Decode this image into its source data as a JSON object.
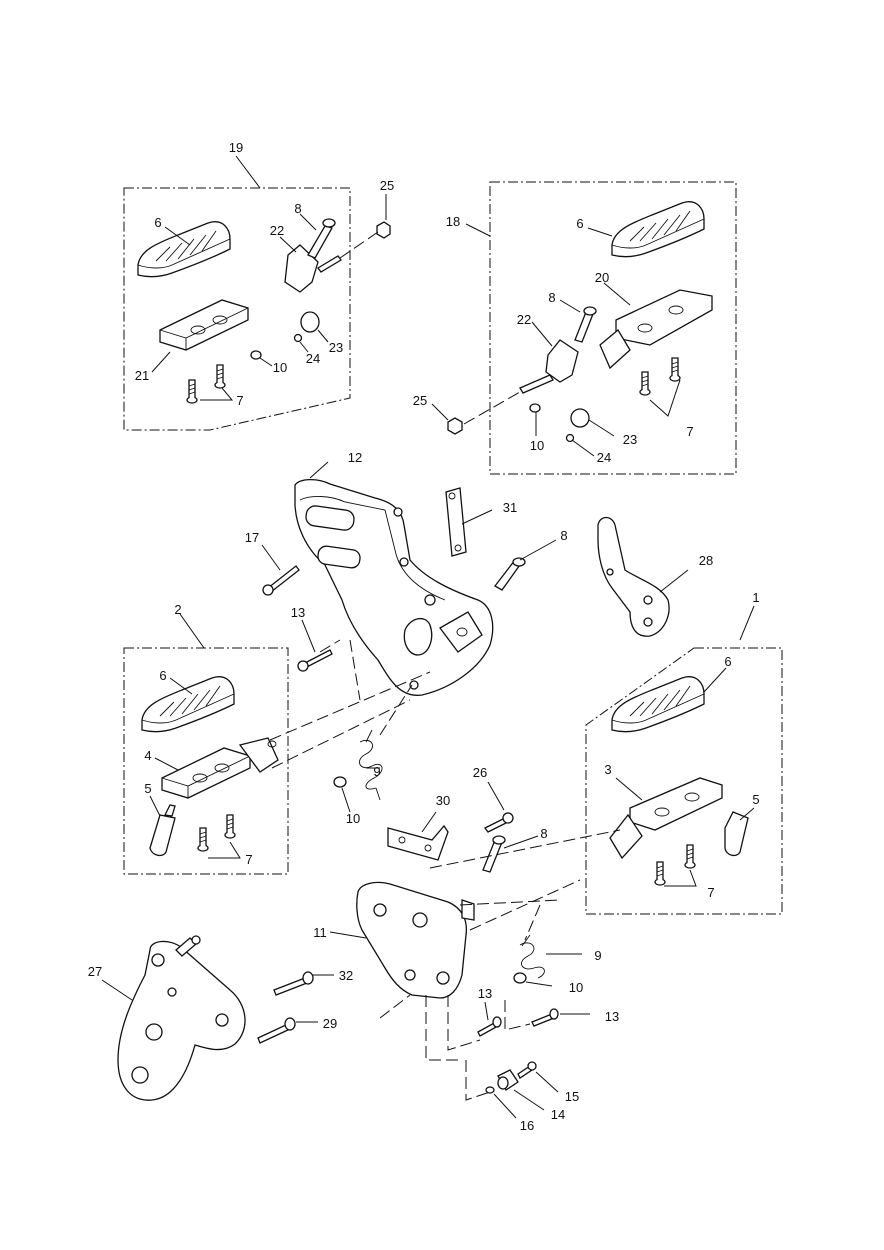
{
  "labels": {
    "l1": "1",
    "l2": "2",
    "l3": "3",
    "l4": "4",
    "l5a": "5",
    "l5b": "5",
    "l6a": "6",
    "l6b": "6",
    "l6c": "6",
    "l6d": "6",
    "l7a": "7",
    "l7b": "7",
    "l7c": "7",
    "l7d": "7",
    "l8a": "8",
    "l8b": "8",
    "l8c": "8",
    "l8d": "8",
    "l9a": "9",
    "l9b": "9",
    "l10a": "10",
    "l10b": "10",
    "l10c": "10",
    "l10d": "10",
    "l11": "11",
    "l12": "12",
    "l13a": "13",
    "l13b": "13",
    "l13c": "13",
    "l14": "14",
    "l15": "15",
    "l16": "16",
    "l17": "17",
    "l18": "18",
    "l19": "19",
    "l20": "20",
    "l21": "21",
    "l22a": "22",
    "l22b": "22",
    "l23a": "23",
    "l23b": "23",
    "l24a": "24",
    "l24b": "24",
    "l25a": "25",
    "l25b": "25",
    "l26": "26",
    "l27": "27",
    "l28": "28",
    "l29": "29",
    "l30": "30",
    "l31": "31",
    "l32": "32"
  }
}
